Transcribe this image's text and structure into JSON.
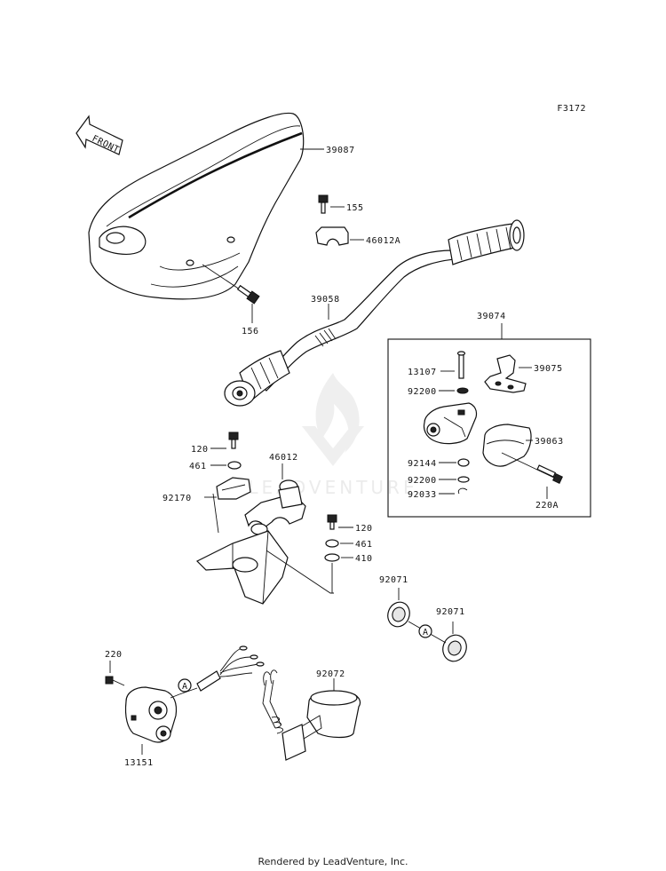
{
  "figure_code": "F3172",
  "front_arrow_label": "FRONT",
  "circle_ref": "A",
  "watermark_text": "LEADVENTURE",
  "footer": "Rendered by LeadVenture, Inc.",
  "parts": {
    "seat_cover": "39087",
    "bolt_upper": "155",
    "clamp_upper": "46012A",
    "bolt_cover": "156",
    "handlebar": "39058",
    "throttle_assy": "39074",
    "pin": "13107",
    "throttle_lever": "39075",
    "washer_a": "92200",
    "throttle_case": "39063",
    "bushing": "92144",
    "washer_b": "92200",
    "circlip": "92033",
    "screw": "220A",
    "bolt_left": "120",
    "washer_left": "461",
    "bracket": "92170",
    "clamp_lower": "46012",
    "bolt_right": "120",
    "washer_right": "461",
    "washer_flat": "410",
    "grommet_a": "92071",
    "grommet_b": "92071",
    "switch_screw": "220",
    "switch": "13151",
    "lanyard_band": "92072"
  }
}
